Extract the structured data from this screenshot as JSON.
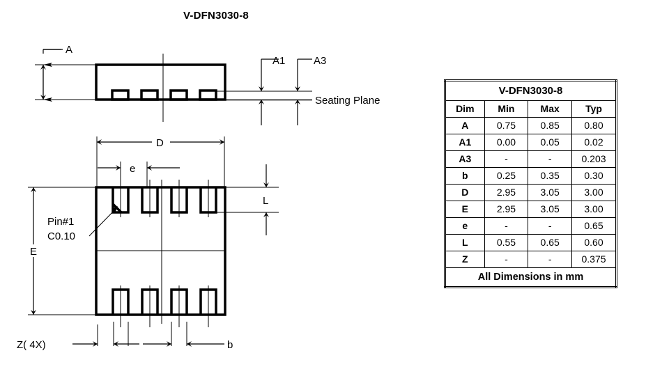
{
  "page": {
    "title": "V-DFN3030-8"
  },
  "drawing": {
    "side_view": {
      "labels": {
        "a": "A",
        "a1": "A1",
        "a3": "A3",
        "seating_plane": "Seating Plane"
      }
    },
    "bottom_view": {
      "labels": {
        "d": "D",
        "e_pitch": "e",
        "e_height": "E",
        "l": "L",
        "b": "b",
        "z": "Z(  4X)",
        "pin1": "Pin#1",
        "chamfer": "C0.10"
      }
    }
  },
  "table": {
    "title": "V-DFN3030-8",
    "headers": [
      "Dim",
      "Min",
      "Max",
      "Typ"
    ],
    "rows": [
      {
        "dim": "A",
        "min": "0.75",
        "max": "0.85",
        "typ": "0.80"
      },
      {
        "dim": "A1",
        "min": "0.00",
        "max": "0.05",
        "typ": "0.02"
      },
      {
        "dim": "A3",
        "min": "-",
        "max": "-",
        "typ": "0.203"
      },
      {
        "dim": "b",
        "min": "0.25",
        "max": "0.35",
        "typ": "0.30"
      },
      {
        "dim": "D",
        "min": "2.95",
        "max": "3.05",
        "typ": "3.00"
      },
      {
        "dim": "E",
        "min": "2.95",
        "max": "3.05",
        "typ": "3.00"
      },
      {
        "dim": "e",
        "min": "-",
        "max": "-",
        "typ": "0.65"
      },
      {
        "dim": "L",
        "min": "0.55",
        "max": "0.65",
        "typ": "0.60"
      },
      {
        "dim": "Z",
        "min": "-",
        "max": "-",
        "typ": "0.375"
      }
    ],
    "footer": "All Dimensions in mm"
  },
  "colors": {
    "line": "#000000",
    "background": "#ffffff"
  }
}
